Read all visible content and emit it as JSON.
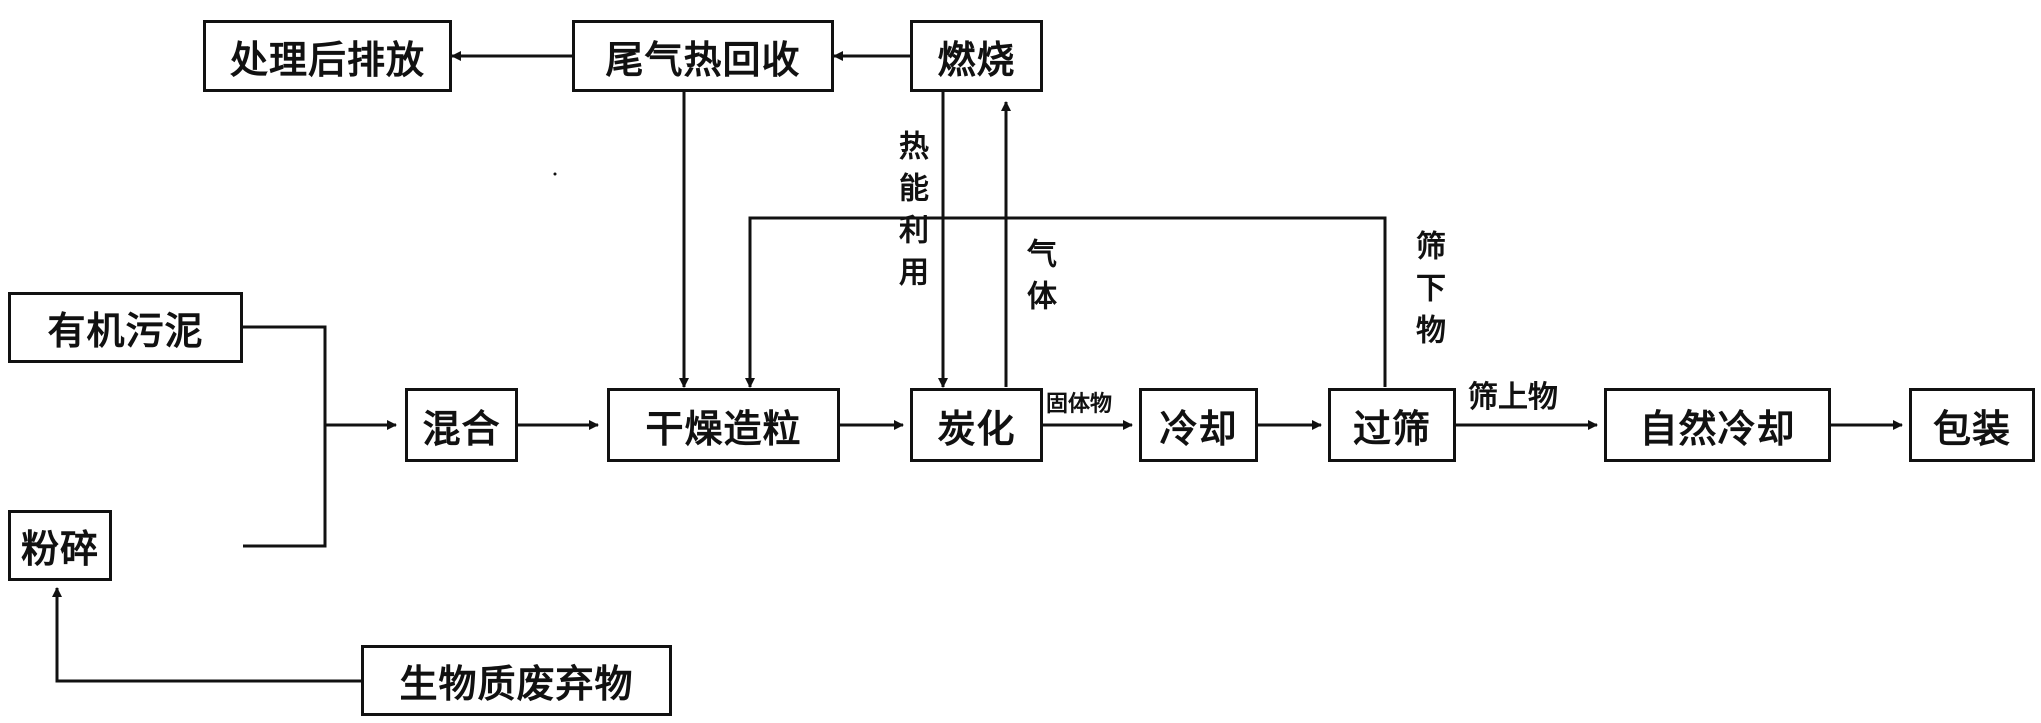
{
  "nodes": {
    "discharge": "处理后排放",
    "tail_gas_heat_recovery": "尾气热回收",
    "combustion": "燃烧",
    "organic_sludge": "有机污泥",
    "crushing": "粉碎",
    "biomass_waste": "生物质废弃物",
    "mixing": "混合",
    "drying_granulation": "干燥造粒",
    "carbonization": "炭化",
    "cooling": "冷却",
    "screening": "过筛",
    "natural_cooling": "自然冷却",
    "packaging": "包装"
  },
  "edge_labels": {
    "heat_utilization": "热能利用",
    "gas": "气体",
    "undersize": "筛下物",
    "solid": "固体物",
    "oversize": "筛上物"
  },
  "colors": {
    "line": "#111111",
    "box_border": "#111111",
    "background": "#ffffff"
  }
}
